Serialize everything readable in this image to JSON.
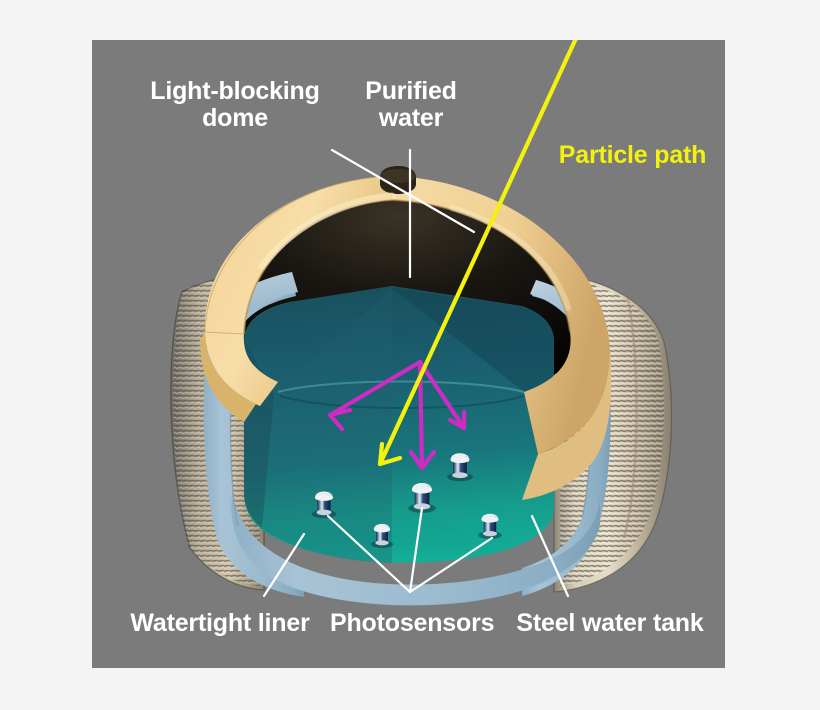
{
  "figure": {
    "kind": "cutaway-3d-diagram",
    "subject": "water Cherenkov particle detector",
    "background_color": "#f4f4f4",
    "panel_color": "#7b7b7b"
  },
  "labels": {
    "dome": "Light-blocking\ndome",
    "water": "Purified\nwater",
    "particle_path": "Particle path",
    "liner": "Watertight liner",
    "photosensors": "Photosensors",
    "tank": "Steel water tank"
  },
  "colors": {
    "label_text": "#ffffff",
    "particle_path": "#f2f20d",
    "cherenkov_arrows": "#cc2bc4",
    "dome": "#f0cf92",
    "liner": "#9dbcd0",
    "water_top": "#1d6378",
    "water_bottom": "#1aa88c",
    "steel_tank": "#b9ab94",
    "leader_line": "#ffffff"
  },
  "annotations": {
    "photosensor_count": 5,
    "cherenkov_arrow_count": 3,
    "particle_arrow_count": 1
  }
}
